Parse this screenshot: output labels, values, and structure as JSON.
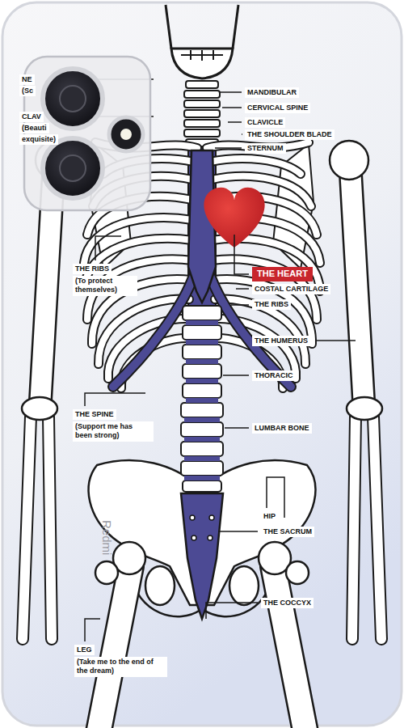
{
  "diagram": {
    "labels": [
      "NE",
      "(Sc",
      "MANDIBULAR",
      "CERVICAL SPINE",
      "CLAV",
      "CLAVICLE",
      "(Beauti",
      "THE SHOULDER BLADE",
      "exquisite)",
      "STERNUM",
      "THE RIBS",
      "THE HEART",
      "(To protect themselves)",
      "COSTAL CARTILAGE",
      "THE RIBS",
      "THE HUMERUS",
      "THORACIC",
      "THE SPINE",
      "(Support me has been strong)",
      "LUMBAR BONE",
      "HIP",
      "THE SACRUM",
      "Redmi",
      "THE COCCYX",
      "LEG",
      "(Take me to the end of the dream)"
    ]
  }
}
